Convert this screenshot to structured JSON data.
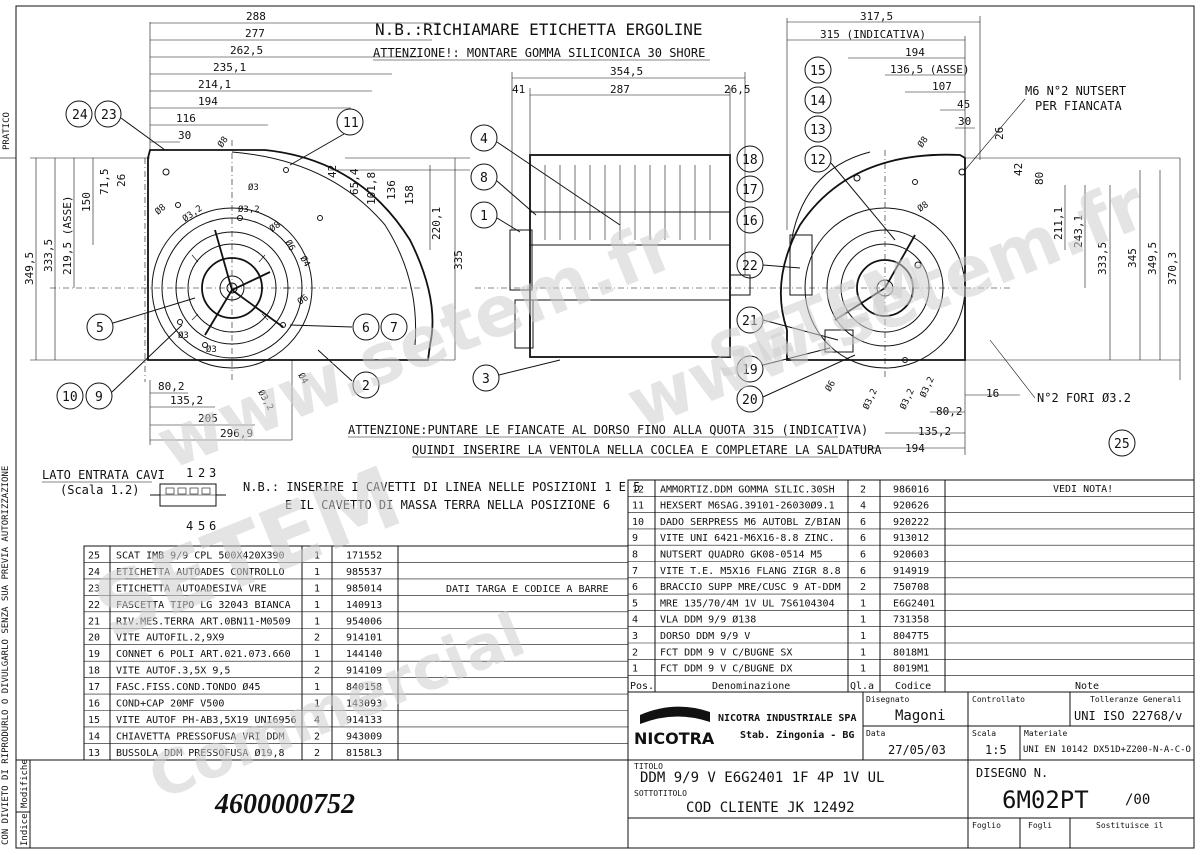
{
  "notes": {
    "top_title": "N.B.:RICHIAMARE ETICHETTA ERGOLINE",
    "top_sub": "ATTENZIONE!: MONTARE GOMMA SILICONICA 30 SHORE",
    "bottom_1": "ATTENZIONE:PUNTARE LE FIANCATE AL DORSO FINO ALLA QUOTA 315 (INDICATIVA)",
    "bottom_2": "QUINDI INSERIRE LA VENTOLA NELLA COCLEA E COMPLETARE LA SALDATURA",
    "nb_cavi_1": "N.B.: INSERIRE I CAVETTI DI LINEA NELLE POSIZIONI 1 E 5",
    "nb_cavi_2": "E IL CAVETTO DI MASSA TERRA NELLA POSIZIONE 6",
    "lato_entrata": "LATO ENTRATA CAVI",
    "scala_cavi": "(Scala 1.2)",
    "nutsert": "M6 N°2 NUTSERT",
    "per_fiancata": "PER FIANCATA",
    "fori": "N°2 FORI Ø3.2",
    "pratico": "PRATICO",
    "side_copyright": "CON DIVIETO DI RIPRODURLO O DIVULGARLO SENZA SUA PREVIA AUTORIZZAZIONE",
    "modifiche": "Modifiche",
    "indice": "Indice",
    "part_number": "4600000752",
    "dati_targa": "DATI TARGA E CODICE A BARRE",
    "vedi_nota": "VEDI NOTA!"
  },
  "terminal_numbers": [
    "1",
    "2",
    "3",
    "4",
    "5",
    "6"
  ],
  "left_dims": {
    "top": [
      "288",
      "277",
      "262,5",
      "235,1",
      "214,1",
      "194",
      "116",
      "30"
    ],
    "side": [
      "42",
      "65,4",
      "101,8",
      "136",
      "158",
      "220,1",
      "335"
    ],
    "left_v": [
      "349,5",
      "333,5",
      "219,5 (ASSE)",
      "150",
      "71,5",
      "26"
    ],
    "bottom": [
      "80,2",
      "135,2",
      "205",
      "296,9"
    ],
    "holes": [
      "Ø8",
      "Ø8",
      "Ø3",
      "Ø3,2",
      "Ø3,2",
      "Ø8",
      "Ø6",
      "Ø3",
      "Ø4",
      "Ø6",
      "Ø3,2",
      "Ø4",
      "Ø3"
    ]
  },
  "mid_dims": [
    "354,5",
    "41",
    "287",
    "26,5"
  ],
  "right_dims": {
    "top": [
      "317,5",
      "315 (INDICATIVA)",
      "194",
      "136,5 (ASSE)",
      "107",
      "45",
      "30"
    ],
    "side": [
      "26",
      "42",
      "80",
      "211,1",
      "243,1",
      "333,5",
      "345",
      "349,5",
      "370,3"
    ],
    "bottom": [
      "16",
      "80,2",
      "135,2",
      "194"
    ],
    "holes": [
      "Ø8",
      "Ø8",
      "Ø6",
      "Ø3,2",
      "Ø3,2",
      "Ø3,2"
    ]
  },
  "bubbles_left": [
    "24",
    "23",
    "11",
    "5",
    "6",
    "7",
    "10",
    "9",
    "2"
  ],
  "bubbles_mid": [
    "4",
    "8",
    "1",
    "3"
  ],
  "bubbles_right": [
    "15",
    "14",
    "13",
    "12",
    "18",
    "17",
    "16",
    "22",
    "21",
    "19",
    "20",
    "25"
  ],
  "watermarks": [
    "www.setem.fr",
    "SETEM",
    "Commercial"
  ],
  "bom_right": [
    {
      "pos": "12",
      "den": "AMMORTIZ.DDM GOMMA SILIC.30SH",
      "qt": "2",
      "code": "986016"
    },
    {
      "pos": "11",
      "den": "HEXSERT M6SAG.39101-26030Ø9.1",
      "qt": "4",
      "code": "920626"
    },
    {
      "pos": "10",
      "den": "DADO SERPRESS M6 AUTOBL Z/BIAN",
      "qt": "6",
      "code": "920222"
    },
    {
      "pos": "9",
      "den": "VITE UNI 6421-M6X16-8.8 ZINC.",
      "qt": "6",
      "code": "913012"
    },
    {
      "pos": "8",
      "den": "NUTSERT QUADRO GK08-0514 M5",
      "qt": "6",
      "code": "920603"
    },
    {
      "pos": "7",
      "den": "VITE T.E. M5X16 FLANG ZIGR 8.8",
      "qt": "6",
      "code": "914919"
    },
    {
      "pos": "6",
      "den": "BRACCIO SUPP MRE/CUSC 9 AT-DDM",
      "qt": "2",
      "code": "750708"
    },
    {
      "pos": "5",
      "den": "MRE 135/70/4M 1V UL 7S6104304",
      "qt": "1",
      "code": "E6G2401"
    },
    {
      "pos": "4",
      "den": "VLA DDM 9/9 Ø138",
      "qt": "1",
      "code": "731358"
    },
    {
      "pos": "3",
      "den": "DORSO DDM 9/9 V",
      "qt": "1",
      "code": "8047T5"
    },
    {
      "pos": "2",
      "den": "FCT DDM 9 V C/BUGNE SX",
      "qt": "1",
      "code": "8018M1"
    },
    {
      "pos": "1",
      "den": "FCT DDM 9 V C/BUGNE DX",
      "qt": "1",
      "code": "8019M1"
    }
  ],
  "bom_right_header": {
    "pos": "Pos.",
    "den": "Denominazione",
    "qt": "Ql.a",
    "code": "Codice",
    "note": "Note"
  },
  "bom_left": [
    {
      "pos": "25",
      "den": "SCAT IMB 9/9 CPL 500X420X390",
      "qt": "1",
      "code": "171552"
    },
    {
      "pos": "24",
      "den": "ETICHETTA AUTOADES CONTROLLO",
      "qt": "1",
      "code": "985537"
    },
    {
      "pos": "23",
      "den": "ETICHETTA AUTOADESIVA VRE",
      "qt": "1",
      "code": "985014"
    },
    {
      "pos": "22",
      "den": "FASCETTA TIPO LG 32043 BIANCA",
      "qt": "1",
      "code": "140913"
    },
    {
      "pos": "21",
      "den": "RIV.MES.TERRA ART.0BN11-M0509",
      "qt": "1",
      "code": "954006"
    },
    {
      "pos": "20",
      "den": "VITE AUTOFIL.2,9X9",
      "qt": "2",
      "code": "914101"
    },
    {
      "pos": "19",
      "den": "CONNET 6 POLI ART.021.073.660",
      "qt": "1",
      "code": "144140"
    },
    {
      "pos": "18",
      "den": "VITE AUTOF.3,5X 9,5",
      "qt": "2",
      "code": "914109"
    },
    {
      "pos": "17",
      "den": "FASC.FISS.COND.TONDO Ø45",
      "qt": "1",
      "code": "840158"
    },
    {
      "pos": "16",
      "den": "COND+CAP 20MF V500",
      "qt": "1",
      "code": "143093"
    },
    {
      "pos": "15",
      "den": "VITE AUTOF PH-AB3,5X19 UNI6956",
      "qt": "4",
      "code": "914133"
    },
    {
      "pos": "14",
      "den": "CHIAVETTA PRESSOFUSA VRI DDM",
      "qt": "2",
      "code": "943009"
    },
    {
      "pos": "13",
      "den": "BUSSOLA DDM PRESSOFUSA Ø19,8",
      "qt": "2",
      "code": "8158L3"
    }
  ],
  "title_block": {
    "company_line1": "NICOTRA INDUSTRIALE SPA",
    "company_line2": "Stab. Zingonia - BG",
    "logo": "NICOTRA",
    "disegnato_label": "Disegnato",
    "disegnato": "Magoni",
    "controllato_label": "Controllato",
    "tolleranze_label": "Tolleranze Generali",
    "tolleranze": "UNI ISO 22768/v",
    "data_label": "Data",
    "data": "27/05/03",
    "scala_label": "Scala",
    "scala": "1:5",
    "materiale_label": "Materiale",
    "materiale": "UNI EN 10142 DX51D+Z200-N-A-C-O",
    "titolo_label": "TITOLO",
    "titolo": "DDM 9/9 V E6G2401 1F 4P 1V UL",
    "sottotitolo_label": "SOTTOTITOLO",
    "sottotitolo": "COD CLIENTE JK 12492",
    "disegno_label": "DISEGNO N.",
    "disegno": "6M02PT",
    "rev": "/00",
    "foglio_label": "Foglio",
    "fogli_label": "Fogli",
    "sostituisce_label": "Sostituisce il"
  }
}
